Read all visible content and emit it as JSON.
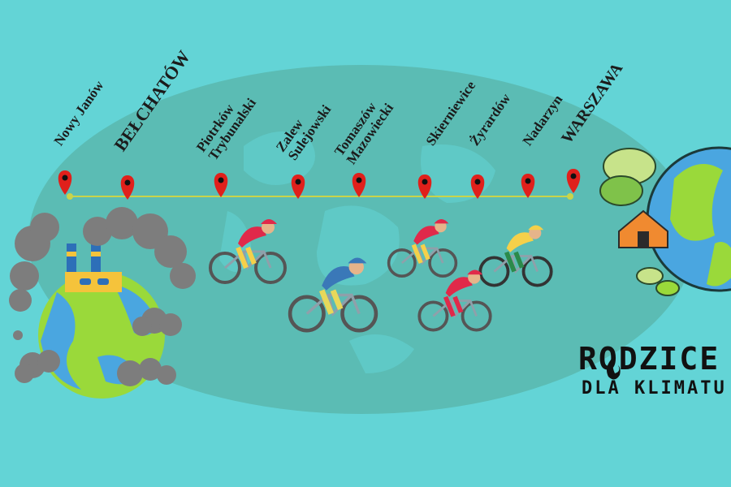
{
  "colors": {
    "background": "#63d4d6",
    "ellipse": "#5bbcb4",
    "route_line": "#c9d44a",
    "pin": "#e0201b",
    "earth_green": "#9ad93a",
    "earth_blue": "#4aa6e0",
    "smoke": "#7d7d7d"
  },
  "route": {
    "stops": [
      {
        "name": "Nowy Janów"
      },
      {
        "name": "BEŁCHATÓW"
      },
      {
        "name": "Piotrków\nTrybunalski"
      },
      {
        "name": "Zalew\nSulejowski"
      },
      {
        "name": "Tomaszów\nMazowiecki"
      },
      {
        "name": "Skierniewice"
      },
      {
        "name": "Żyrardów"
      },
      {
        "name": "Nadarzyn"
      },
      {
        "name": "WARSZAWA"
      }
    ]
  },
  "icons": [
    "map-pin-icon",
    "factory-icon",
    "earth-icon",
    "cyclist-icon",
    "house-icon",
    "leaf-icon",
    "smoke-cloud-icon",
    "logo-flame-icon"
  ],
  "brand": {
    "line1": "RODZICE",
    "line2": "DLA KLIMATU"
  }
}
